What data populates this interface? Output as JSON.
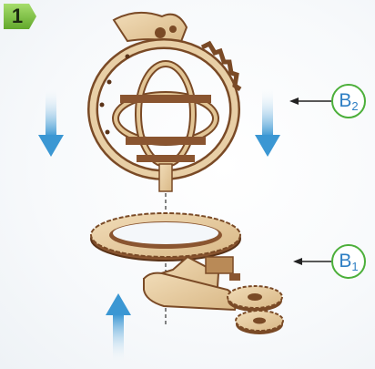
{
  "step": {
    "number": "1",
    "badge_color": "#7cc242"
  },
  "callouts": [
    {
      "id": "b2",
      "letter": "B",
      "sub": "2"
    },
    {
      "id": "b1",
      "letter": "B",
      "sub": "1"
    }
  ],
  "colors": {
    "arrow_blue": "#4aa3d8",
    "wood_light": "#e8cfa6",
    "wood_dark": "#7a4a26",
    "callout_ring": "#4caf3a",
    "callout_text": "#2f7fc4"
  },
  "icons": [
    "down-arrow-icon",
    "up-arrow-icon",
    "pointer-arrow-icon"
  ]
}
